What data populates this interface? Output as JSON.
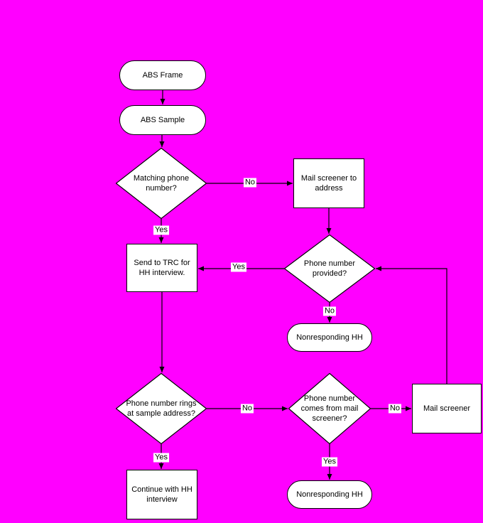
{
  "colors": {
    "background": "#FF00FF",
    "shape_fill": "#FFFFFF",
    "shape_stroke": "#000000",
    "text": "#000000"
  },
  "nodes": {
    "abs_frame": {
      "label": "ABS Frame",
      "type": "terminator"
    },
    "abs_sample": {
      "label": "ABS Sample",
      "type": "terminator"
    },
    "matching_phone": {
      "label": "Matching phone number?",
      "type": "decision"
    },
    "mail_screener_to_address": {
      "label": "Mail screener to address",
      "type": "process"
    },
    "send_to_trc": {
      "label": "Send to TRC for HH interview.",
      "type": "process"
    },
    "phone_provided": {
      "label": "Phone number provided?",
      "type": "decision"
    },
    "nonresponding_hh_top": {
      "label": "Nonresponding HH",
      "type": "terminator"
    },
    "phone_rings": {
      "label": "Phone number rings at sample address?",
      "type": "decision"
    },
    "phone_from_mail_screener": {
      "label": "Phone number comes from mail screener?",
      "type": "decision"
    },
    "mail_screener": {
      "label": "Mail screener",
      "type": "process"
    },
    "continue_hh": {
      "label": "Continue with HH interview",
      "type": "process"
    },
    "nonresponding_hh_bottom": {
      "label": "Nonresponding HH",
      "type": "terminator"
    }
  },
  "edge_labels": {
    "matching_no": "No",
    "matching_yes": "Yes",
    "provided_yes": "Yes",
    "provided_no": "No",
    "rings_no": "No",
    "from_mail_no": "No",
    "rings_yes": "Yes",
    "from_mail_yes": "Yes"
  }
}
